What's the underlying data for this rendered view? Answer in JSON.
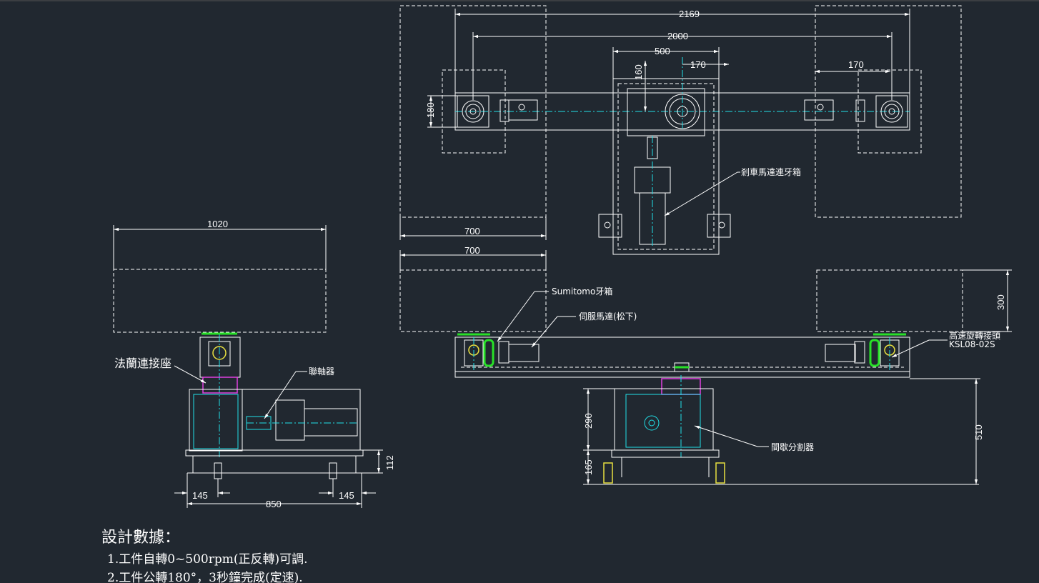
{
  "dimensions": {
    "top_overall": "2169",
    "top_span": "2000",
    "top_frame": "500",
    "top_offset_v": "160",
    "top_offset_h": "170",
    "top_left_h": "180",
    "top_right_170": "170",
    "top_work_area": "700",
    "front_work_area": "700",
    "front_height": "300",
    "front_base_h1": "290",
    "front_base_h2": "165",
    "front_total_h": "510",
    "side_width": "1020",
    "side_base": "850",
    "side_offset_l": "145",
    "side_offset_r": "145",
    "side_h": "112"
  },
  "labels": {
    "brake_motor_gearbox": "剎車馬達連牙箱",
    "sumitomo_gearbox": "Sumitomo牙箱",
    "servo_motor": "伺服馬達(松下)",
    "rotary_joint": "高速旋轉接頭",
    "rotary_joint_model": "KSL08-02S",
    "indexer": "間歇分割器",
    "flange_seat": "法蘭連接座",
    "coupling": "聯軸器"
  },
  "notes": {
    "heading": "設計數據：",
    "line1": "1.工件自轉0~500rpm(正反轉)可調.",
    "line2": "2.工件公轉180°，3秒鐘完成(定速)."
  },
  "colors": {
    "background": "#212830",
    "line": "#ffffff",
    "cyan": "#21e0e8",
    "green": "#28e028",
    "magenta": "#e040e0",
    "yellow": "#e8e040"
  }
}
